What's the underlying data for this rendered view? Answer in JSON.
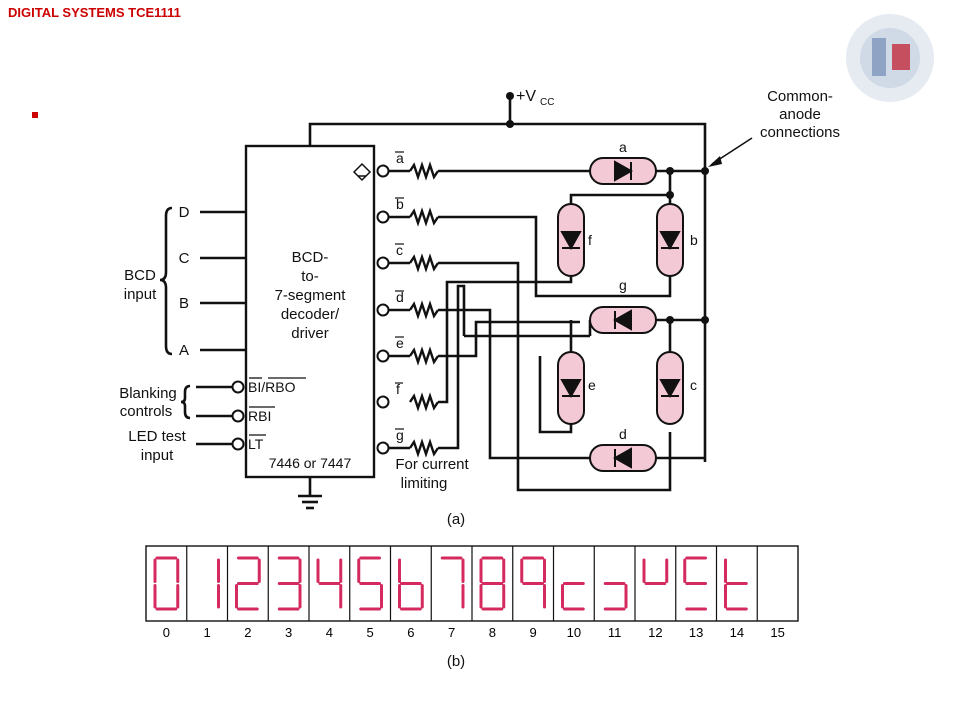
{
  "slide": {
    "title": "DIGITAL SYSTEMS TCE1111",
    "colors": {
      "title": "#cc0000",
      "led_fill": "#f4c9d6",
      "segment_on": "#d42a5f",
      "bullet": "#cc0000"
    }
  },
  "circuit": {
    "vcc_label": "+V",
    "vcc_sub": "CC",
    "annotation_common_anode": [
      "Common-",
      "anode",
      "connections"
    ],
    "decoder_body": [
      "BCD-",
      "to-",
      "7-segment",
      "decoder/",
      "driver"
    ],
    "decoder_part": "7446 or 7447",
    "bcd_input_label": [
      "BCD",
      "input"
    ],
    "bcd_inputs": [
      "D",
      "C",
      "B",
      "A"
    ],
    "control_pins": [
      "BI/RBO",
      "RBI",
      "LT"
    ],
    "blanking_label": [
      "Blanking",
      "controls"
    ],
    "led_test_label": [
      "LED test",
      "input"
    ],
    "outputs": [
      "a",
      "b",
      "c",
      "d",
      "e",
      "f",
      "g"
    ],
    "resistor_label": [
      "For current",
      "limiting"
    ],
    "segments": [
      "a",
      "b",
      "c",
      "d",
      "e",
      "f",
      "g"
    ],
    "caption": "(a)"
  },
  "display": {
    "digits": [
      "0",
      "1",
      "2",
      "3",
      "4",
      "5",
      "6",
      "7",
      "8",
      "9",
      "10",
      "11",
      "12",
      "13",
      "14",
      "15"
    ],
    "caption": "(b)"
  }
}
